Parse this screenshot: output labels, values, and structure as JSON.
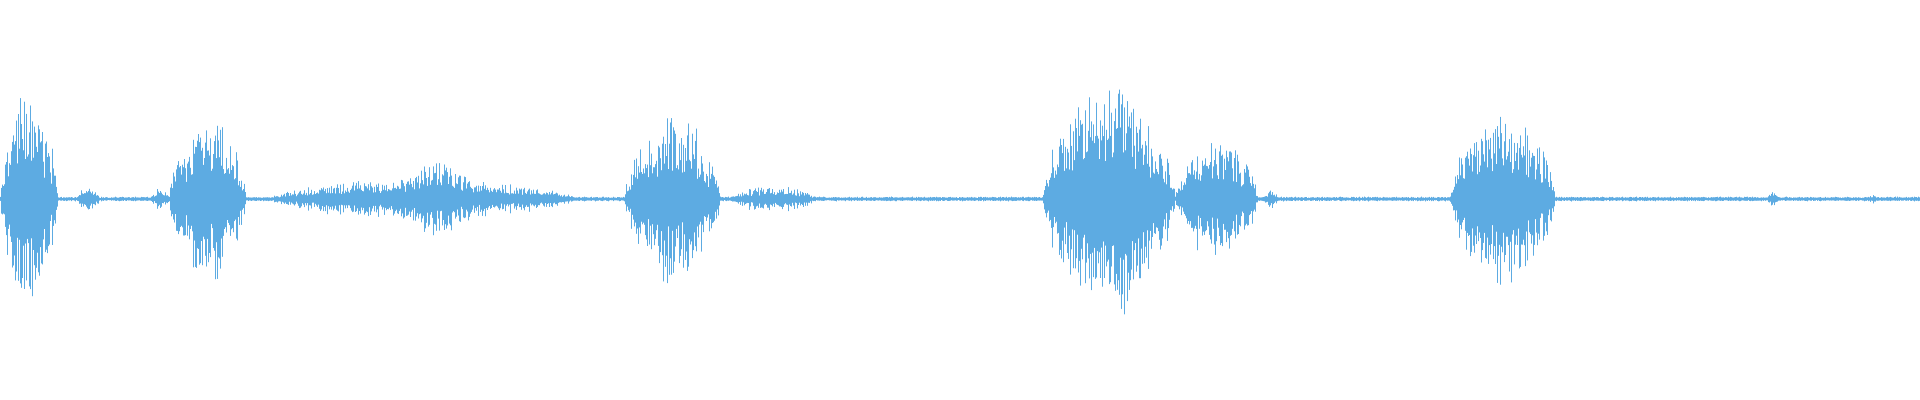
{
  "waveform": {
    "color": "#5dabe2",
    "background": "#ffffff",
    "segments": [
      {
        "start": 0.0,
        "end": 0.03,
        "peak": 0.62
      },
      {
        "start": 0.04,
        "end": 0.052,
        "peak": 0.08
      },
      {
        "start": 0.078,
        "end": 0.088,
        "peak": 0.06
      },
      {
        "start": 0.088,
        "end": 0.128,
        "peak": 0.48
      },
      {
        "start": 0.14,
        "end": 0.3,
        "peak": 0.12
      },
      {
        "start": 0.205,
        "end": 0.25,
        "peak": 0.22
      },
      {
        "start": 0.325,
        "end": 0.375,
        "peak": 0.5
      },
      {
        "start": 0.38,
        "end": 0.425,
        "peak": 0.08
      },
      {
        "start": 0.543,
        "end": 0.612,
        "peak": 0.68
      },
      {
        "start": 0.612,
        "end": 0.655,
        "peak": 0.36
      },
      {
        "start": 0.658,
        "end": 0.666,
        "peak": 0.06
      },
      {
        "start": 0.755,
        "end": 0.81,
        "peak": 0.52
      },
      {
        "start": 0.92,
        "end": 0.926,
        "peak": 0.05
      },
      {
        "start": 0.973,
        "end": 0.977,
        "peak": 0.03
      }
    ]
  }
}
